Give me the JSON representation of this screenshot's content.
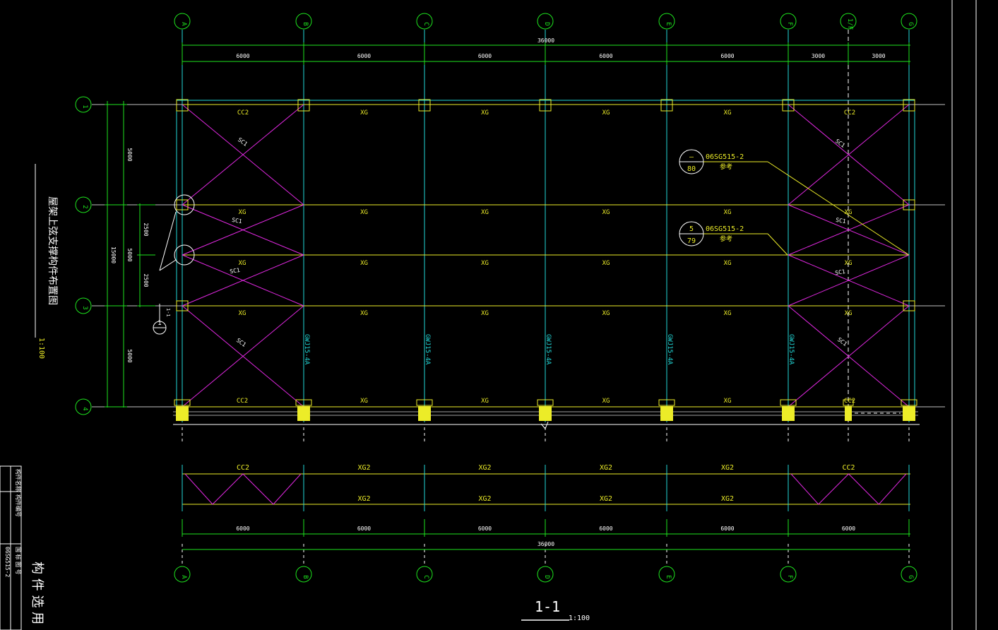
{
  "drawing": {
    "plan_title": "屋架上弦支撑构件布置图",
    "plan_scale": "1:100",
    "section_title": "1-1",
    "section_scale": "1:100",
    "section_marker": "1-1",
    "section_marker_label": "1",
    "side_text": "构 件 选 用",
    "side_table": [
      "构件名称",
      "构件编号",
      "国 标 图 号",
      "06SG515-2"
    ]
  },
  "grid": {
    "columns": [
      "A",
      "B",
      "C",
      "D",
      "E",
      "F",
      "1/F",
      "G"
    ],
    "rows": [
      "1",
      "2",
      "3",
      "4"
    ]
  },
  "dimensions": {
    "top_total": "36000",
    "top_spans": [
      "6000",
      "6000",
      "6000",
      "6000",
      "6000",
      "3000",
      "3000"
    ],
    "left_spans": [
      "5000",
      "5000",
      "5000"
    ],
    "left_total": "15000",
    "left_inner": [
      "2500",
      "2500"
    ],
    "bottom_spans": [
      "6000",
      "6000",
      "6000",
      "6000",
      "6000",
      "6000"
    ],
    "bottom_total": "36000"
  },
  "members": {
    "cc2": "CC2",
    "xg": "XG",
    "sc1": "SC1",
    "gwj": "GWJ15-4A",
    "xg2": "XG2"
  },
  "details": [
    {
      "top": "—",
      "bottom": "80",
      "ref": "06SG515-2",
      "note": "参考"
    },
    {
      "top": "5",
      "bottom": "79",
      "ref": "06SG515-2",
      "note": "参考"
    }
  ],
  "colors": {
    "grid_green": "#1ee31e",
    "column_cyan": "#22d8d8",
    "member_yellow": "#ecec28",
    "brace_magenta": "#e028e0",
    "text_white": "#ffffff",
    "gray_line": "#a0a0a0"
  }
}
